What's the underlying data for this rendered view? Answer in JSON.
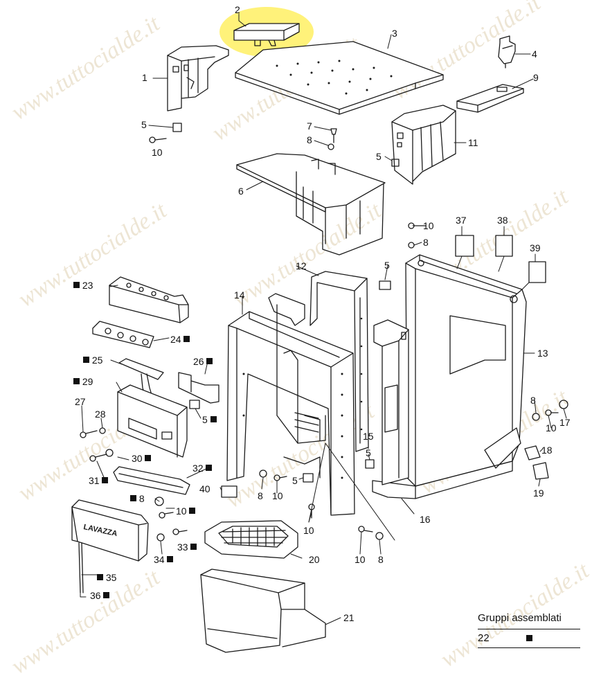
{
  "watermark_text": "www.tuttocialde.it",
  "highlight_color": "#fff27a",
  "labels": {
    "1": "1",
    "2": "2",
    "3": "3",
    "4": "4",
    "5": "5",
    "6": "6",
    "7": "7",
    "8": "8",
    "9": "9",
    "10": "10",
    "11": "11",
    "12": "12",
    "13": "13",
    "14": "14",
    "15": "15",
    "16": "16",
    "17": "17",
    "18": "18",
    "19": "19",
    "20": "20",
    "21": "21",
    "23": "23",
    "24": "24",
    "25": "25",
    "26": "26",
    "27": "27",
    "28": "28",
    "29": "29",
    "30": "30",
    "31": "31",
    "32": "32",
    "33": "33",
    "34": "34",
    "35": "35",
    "36": "36",
    "37": "37",
    "38": "38",
    "39": "39",
    "40": "40"
  },
  "legend": {
    "title": "Gruppi assemblati",
    "row_code": "22"
  },
  "brand_text": "LAVAZZA"
}
